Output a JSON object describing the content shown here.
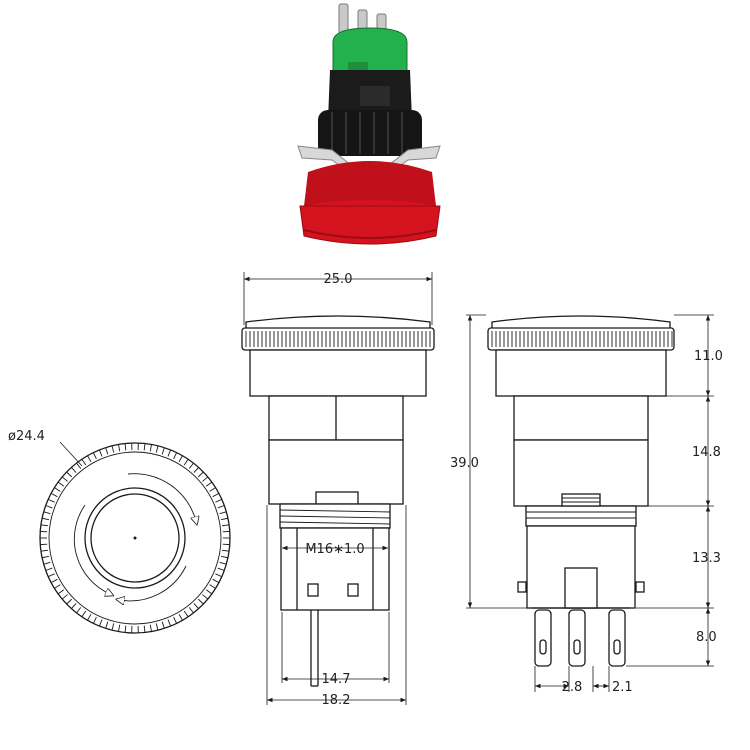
{
  "product": {
    "photo_description_icon": "emergency-stop-button-photo",
    "colors": {
      "cap_red": "#d4131f",
      "cap_red_dark": "#9a0c14",
      "housing_black": "#1b1b1b",
      "connector_green": "#23b14d",
      "terminal_silver": "#c9c9c9",
      "line": "#1a1a1a"
    }
  },
  "dimensions": {
    "front_width": "25.0",
    "cap_diameter": "ø24.4",
    "thread": "M16∗1.0",
    "body_width": "14.7",
    "base_width": "18.2",
    "total_height": "39.0",
    "cap_height": "11.0",
    "body_height": "14.8",
    "thread_height": "13.3",
    "terminal_length": "8.0",
    "terminal_pitch": "2.8",
    "terminal_width": "2.1"
  }
}
